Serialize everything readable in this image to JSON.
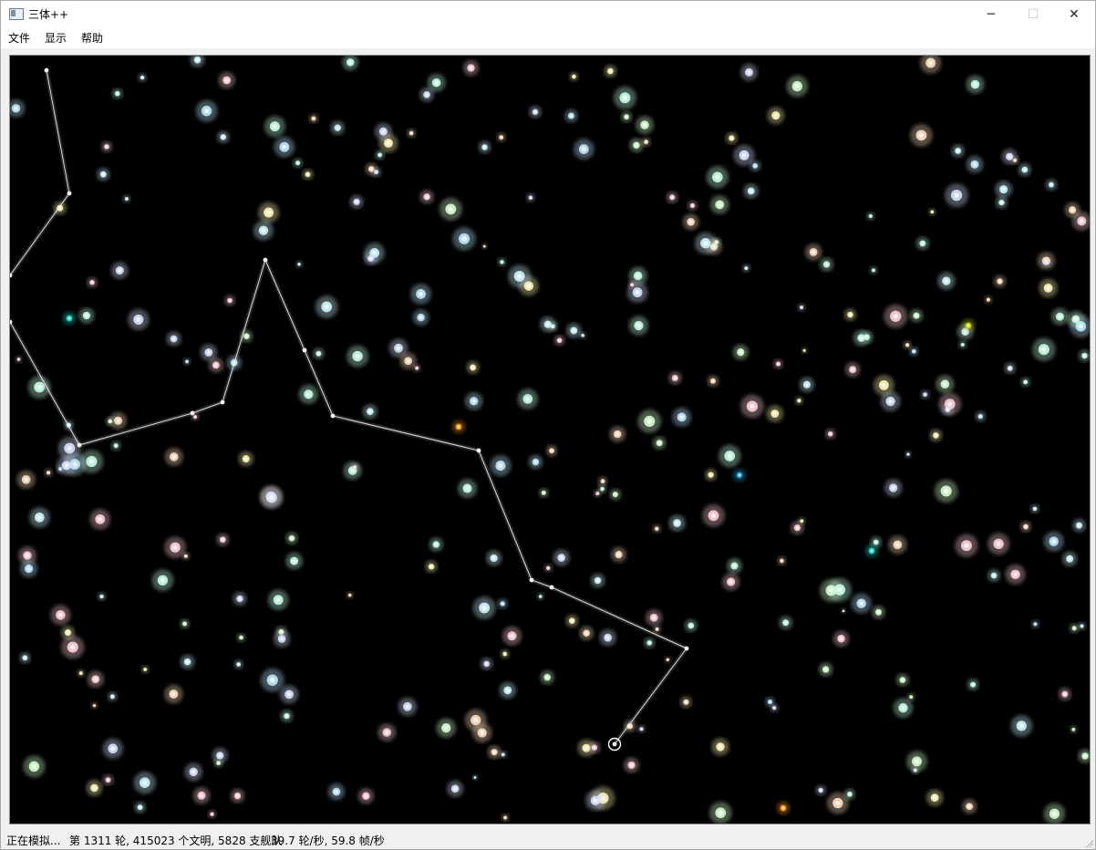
{
  "window": {
    "title": "三体++",
    "controls": {
      "minimize": "─",
      "maximize": "☐",
      "close": "✕"
    }
  },
  "menu": {
    "file": "文件",
    "display": "显示",
    "help": "帮助"
  },
  "status": {
    "state": "正在模拟...",
    "summary": "第 1311 轮, 415023 个文明, 5828 支舰队",
    "rate": "39.7 轮/秒, 59.8 帧/秒"
  },
  "colors": {
    "space": "#000000",
    "route": "#ffffff",
    "palette": [
      "#bfe8ff",
      "#c6ffe4",
      "#ffe0c0",
      "#ffd0d8",
      "#fff6b8",
      "#d8e2ff",
      "#d6ffd0",
      "#cff6ff"
    ],
    "rare": [
      "#ff9a1a",
      "#17d6c5",
      "#1e9ed8",
      "#c9d400"
    ]
  }
}
